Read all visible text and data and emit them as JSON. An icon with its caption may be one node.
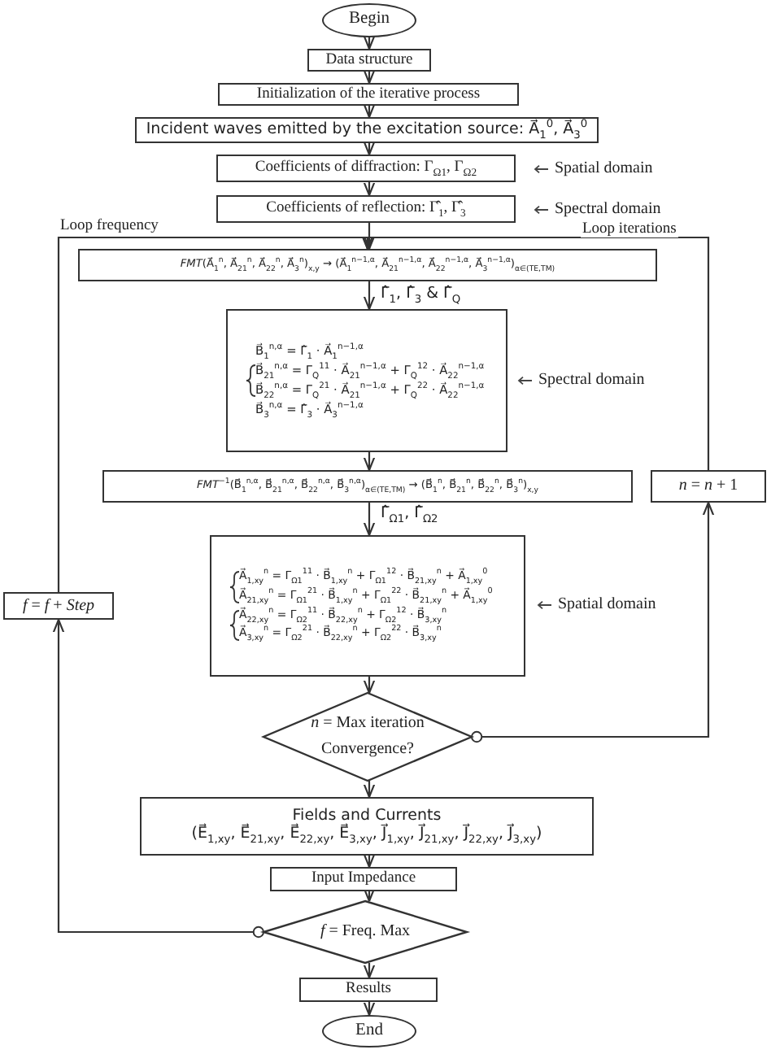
{
  "diagram": {
    "nodes": [
      {
        "text": [
          "Begin"
        ]
      },
      {
        "text": [
          "Data structure"
        ]
      },
      {
        "text": [
          "Initialization of the iterative process"
        ]
      },
      {
        "text": [
          "Incident waves emitted by the excitation source: A⃗$_{1}$$^{0}$, A⃗$_{3}$$^{0}$"
        ]
      },
      {
        "text": [
          "Coefficients of diffraction: Γ$_{Ω1}$, Γ$_{Ω2}$"
        ]
      },
      {
        "text": [
          "Coefficients of reflection: Γ̂$_{1}$, Γ̂$_{3}$"
        ],
        "beside": [
          "Spectral domain"
        ]
      },
      {
        "text": [
          "*FMT*(A⃗$_{1}$$^{n}$, A⃗$_{21}$$^{n}$, A⃗$_{22}$$^{n}$, A⃗$_{3}$$^{n}$)$_{x,y}$ → (A⃗$_{1}$$^{n−1,α}$, A⃗$_{21}$$^{n−1,α}$, A⃗$_{22}$$^{n−1,α}$, A⃗$_{3}$$^{n−1,α}$)$_{α∈(TE,TM)}$"
        ]
      },
      {
        "text": [
          "B⃗$_{1}$$^{n,α}$ = Γ̂$_{1}$ · A⃗$_{1}$$^{n−1,α}$",
          "B⃗$_{21}$$^{n,α}$ = Γ$_{Q}$$^{11}$ · A⃗$_{21}$$^{n−1,α}$ + Γ$_{Q}$$^{12}$ · A⃗$_{22}$$^{n−1,α}$",
          "B⃗$_{22}$$^{n,α}$ = Γ$_{Q}$$^{21}$ · A⃗$_{21}$$^{n−1,α}$ + Γ$_{Q}$$^{22}$ · A⃗$_{22}$$^{n−1,α}$",
          "B⃗$_{3}$$^{n,α}$ = Γ̂$_{3}$ · A⃗$_{3}$$^{n−1,α}$"
        ],
        "beside": [
          "Spectral domain"
        ]
      },
      {
        "text": [
          "*FMT*$^{−1}$(B⃗$_{1}$$^{n,α}$, B⃗$_{21}$$^{n,α}$, B⃗$_{22}$$^{n,α}$, B⃗$_{3}$$^{n,α}$)$_{α∈(TE,TM)}$ → (B⃗$_{1}$$^{n}$, B⃗$_{21}$$^{n}$, B⃗$_{22}$$^{n}$, B⃗$_{3}$$^{n}$)$_{x,y}$"
        ]
      },
      {
        "text": [
          "*n* = *n* + 1"
        ]
      },
      {
        "text": [
          "A⃗$_{1,xy}$$^{n}$ = Γ$_{Ω1}$$^{11}$ · B⃗$_{1,xy}$$^{n}$ + Γ$_{Ω1}$$^{12}$ · B⃗$_{21,xy}$$^{n}$ + A⃗$_{1,xy}$$^{0}$",
          "A⃗$_{21,xy}$$^{n}$ = Γ$_{Ω1}$$^{21}$ · B⃗$_{1,xy}$$^{n}$ + Γ$_{Ω1}$$^{22}$ · B⃗$_{21,xy}$$^{n}$ + A⃗$_{1,xy}$$^{0}$",
          "A⃗$_{22,xy}$$^{n}$ = Γ$_{Ω2}$$^{11}$ · B⃗$_{22,xy}$$^{n}$ + Γ$_{Ω2}$$^{12}$ · B⃗$_{3,xy}$$^{n}$",
          "A⃗$_{3,xy}$$^{n}$ = Γ$_{Ω2}$$^{21}$ · B⃗$_{22,xy}$$^{n}$ + Γ$_{Ω2}$$^{22}$ · B⃗$_{3,xy}$$^{n}$"
        ],
        "beside": [
          "Spatial domain"
        ]
      },
      {
        "text": [
          "*f* = *f* + *Step*"
        ]
      },
      {
        "text": [
          "*n* = Max iteration Convergence?"
        ]
      },
      {
        "text": [
          "Fields and Currents",
          "(E⃗$_{1,xy}$, E⃗$_{21,xy}$, E⃗$_{22,xy}$, E⃗$_{3,xy}$, J⃗$_{1,xy}$, J⃗$_{21,xy}$, J⃗$_{22,xy}$, J⃗$_{3,xy}$)"
        ]
      },
      {
        "text": [
          "Input Impedance"
        ]
      },
      {
        "text": [
          "*f* = Freq. Max"
        ]
      },
      {
        "text": [
          "Results"
        ]
      },
      {
        "text": [
          "End"
        ]
      }
    ],
    "edges": [
      {
        "from": 0,
        "to": 1,
        "arrow": "to"
      },
      {
        "from": 1,
        "to": 2,
        "arrow": "to"
      },
      {
        "from": 2,
        "to": 3,
        "arrow": "to"
      },
      {
        "from": 3,
        "to": 4,
        "arrow": "to"
      },
      {
        "from": 4,
        "to": 5,
        "arrow": "to"
      },
      {
        "from": 5,
        "to": 6,
        "arrow": "to"
      },
      {
        "from": 6,
        "to": 7,
        "arrow": "to",
        "label": "Γ̂$_{1}$, Γ̂$_{3}$ & Γ̂$_{Q}$"
      },
      {
        "from": 7,
        "to": 8,
        "arrow": "to"
      },
      {
        "from": 8,
        "to": 10,
        "arrow": "to",
        "label": "Γ̂$_{Ω1}$, Γ̂$_{Ω2}$"
      },
      {
        "from": 10,
        "to": 12,
        "arrow": "to"
      },
      {
        "from": 12,
        "to": 13,
        "arrow": "to"
      },
      {
        "from": 13,
        "to": 14,
        "arrow": "to"
      },
      {
        "from": 14,
        "to": 15,
        "arrow": "to"
      },
      {
        "from": 15,
        "to": 16,
        "arrow": "to"
      },
      {
        "from": 16,
        "to": 17,
        "arrow": "to"
      },
      {
        "from": 12,
        "to": 9,
        "arrow": "to"
      },
      {
        "from": 9,
        "to": 6,
        "arrow": "to",
        "label": "Loop iterations"
      },
      {
        "from": 15,
        "to": 11,
        "arrow": "to"
      },
      {
        "from": 11,
        "to": 6,
        "arrow": "to",
        "label": "Loop frequency"
      }
    ],
    "labels": [
      "Spatial domain"
    ]
  }
}
